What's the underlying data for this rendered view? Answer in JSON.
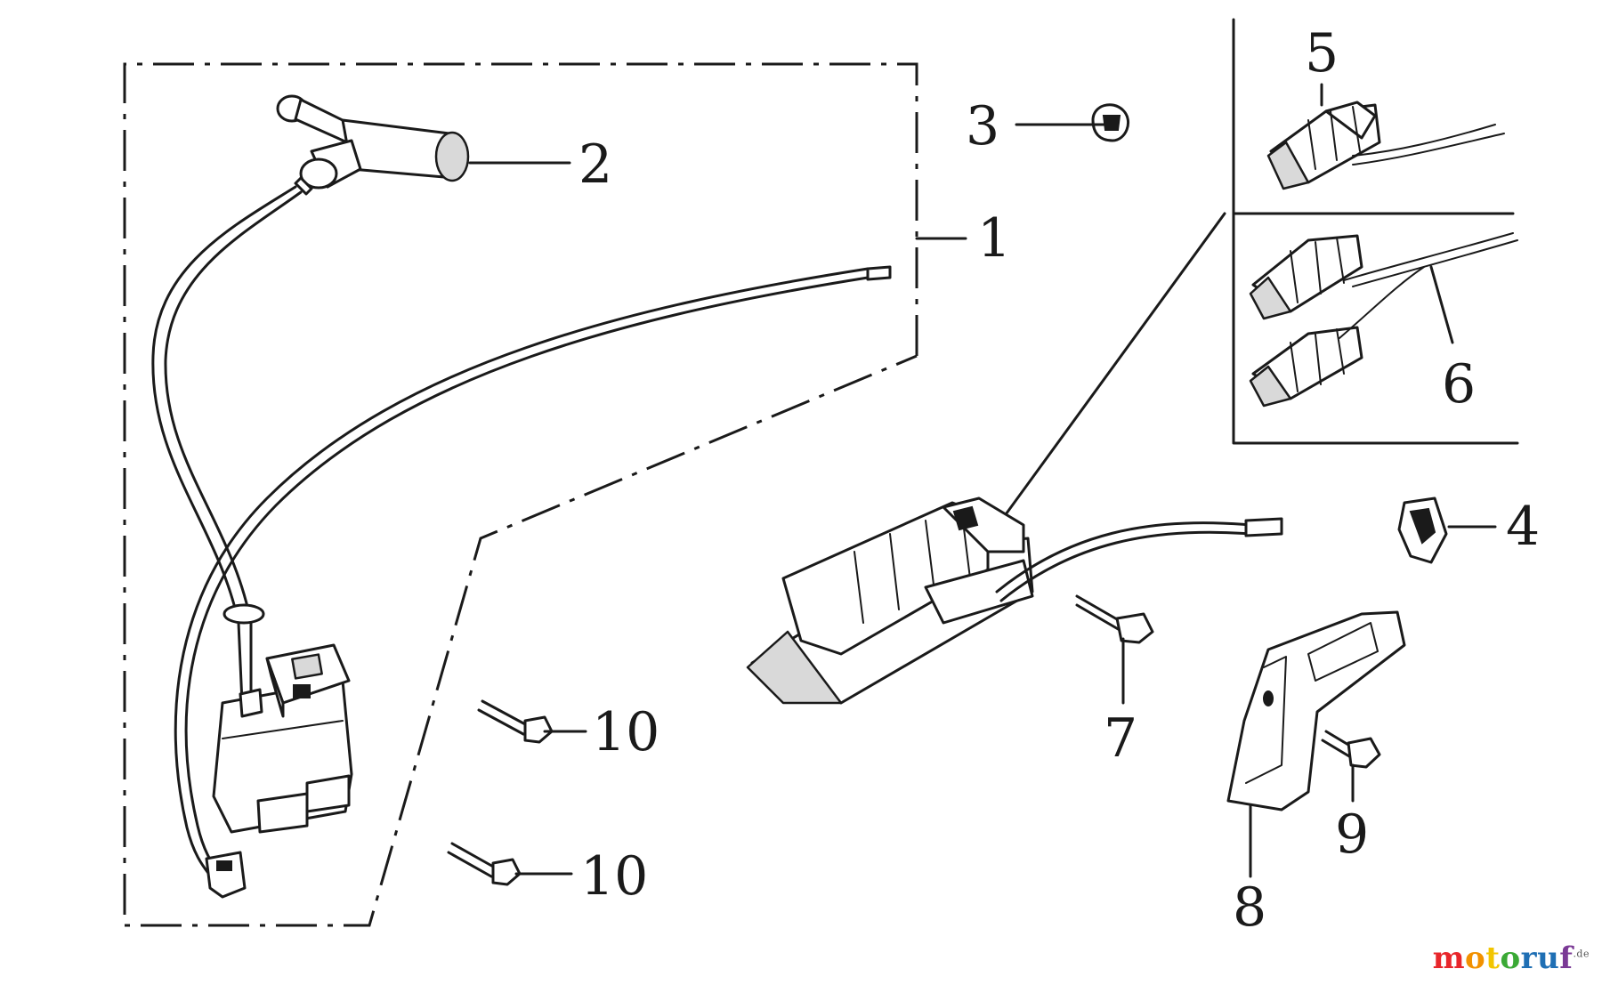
{
  "callouts": [
    {
      "key": "ignition-coil-assembly",
      "label": "1"
    },
    {
      "key": "spark-plug-cap",
      "label": "2"
    },
    {
      "key": "clip",
      "label": "3"
    },
    {
      "key": "grommet",
      "label": "4"
    },
    {
      "key": "charging-coil-single",
      "label": "5"
    },
    {
      "key": "charging-coil-set",
      "label": "6"
    },
    {
      "key": "coil-bolt",
      "label": "7"
    },
    {
      "key": "bracket",
      "label": "8"
    },
    {
      "key": "bracket-bolt",
      "label": "9"
    },
    {
      "key": "bolt-a",
      "label": "10"
    },
    {
      "key": "bolt-b",
      "label": "10"
    }
  ],
  "watermark": {
    "text_parts": [
      {
        "t": "m",
        "color": "#e8262b"
      },
      {
        "t": "o",
        "color": "#f29100"
      },
      {
        "t": "t",
        "color": "#f2c500"
      },
      {
        "t": "o",
        "color": "#3aa935"
      },
      {
        "t": "r",
        "color": "#1f6fb4"
      },
      {
        "t": "u",
        "color": "#1f6fb4"
      },
      {
        "t": "f",
        "color": "#7b3a96"
      }
    ],
    "suffix": ".de"
  },
  "colors": {
    "line": "#1a1a1a",
    "background": "#ffffff"
  }
}
